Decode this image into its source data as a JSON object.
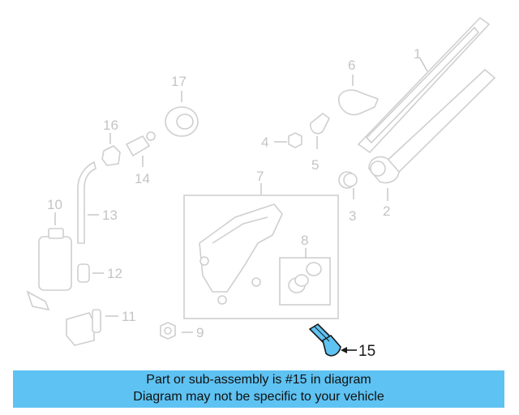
{
  "diagram": {
    "highlight_color": "#5ec2f2",
    "inactive_color": "#c4c4c4",
    "labels": {
      "p1": "1",
      "p2": "2",
      "p3": "3",
      "p4": "4",
      "p5": "5",
      "p6": "6",
      "p7": "7",
      "p8": "8",
      "p9": "9",
      "p10": "10",
      "p11": "11",
      "p12": "12",
      "p13": "13",
      "p14": "14",
      "p15": "15",
      "p16": "16",
      "p17": "17"
    }
  },
  "banner": {
    "line1": "Part or sub-assembly is #15 in diagram",
    "line2": "Diagram may not be specific to your vehicle",
    "background": "#5ec2f2"
  }
}
